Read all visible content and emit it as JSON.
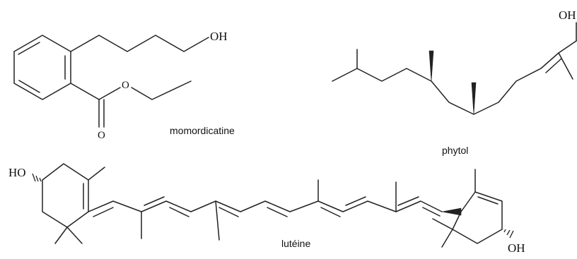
{
  "molecules": [
    {
      "id": "momordicatine",
      "name": "momordicatine",
      "atoms": [
        "OH",
        "O",
        "O"
      ]
    },
    {
      "id": "phytol",
      "name": "phytol",
      "atoms": [
        "OH"
      ]
    },
    {
      "id": "luteine",
      "name": "lutéine",
      "atoms": [
        "HO",
        "OH"
      ]
    }
  ]
}
